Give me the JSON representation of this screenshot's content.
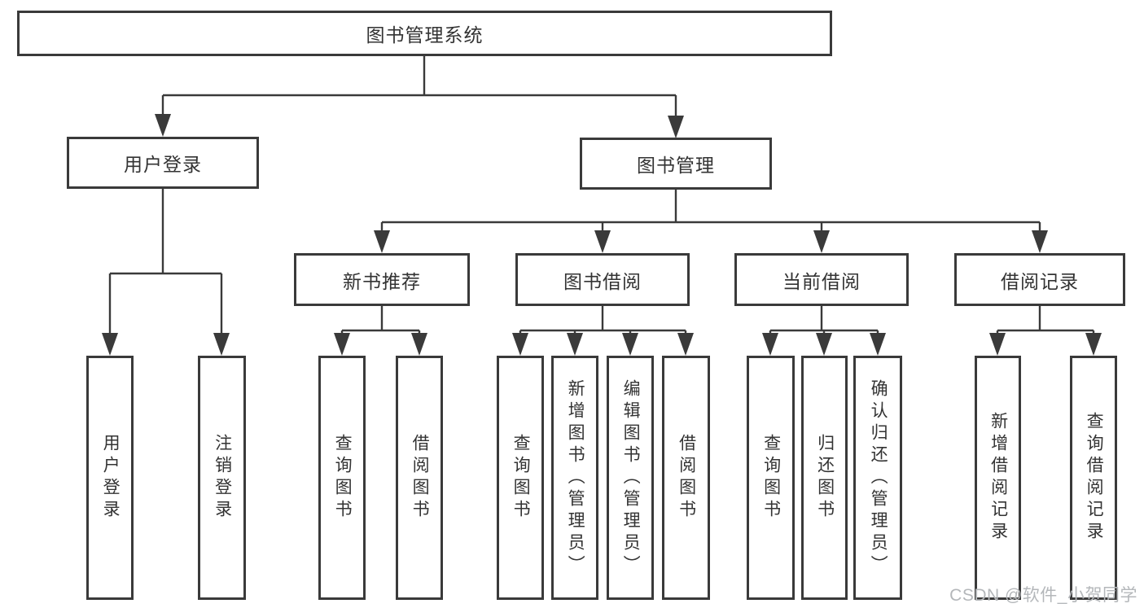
{
  "diagram": {
    "root": {
      "label": "图书管理系统"
    },
    "branches": [
      {
        "label": "用户登录",
        "children": [
          {
            "label": "用户登录"
          },
          {
            "label": "注销登录"
          }
        ]
      },
      {
        "label": "图书管理",
        "children": [
          {
            "label": "新书推荐",
            "children": [
              {
                "label": "查询图书"
              },
              {
                "label": "借阅图书"
              }
            ]
          },
          {
            "label": "图书借阅",
            "children": [
              {
                "label": "查询图书"
              },
              {
                "label": "新增图书（管理员）"
              },
              {
                "label": "编辑图书（管理员）"
              },
              {
                "label": "借阅图书"
              }
            ]
          },
          {
            "label": "当前借阅",
            "children": [
              {
                "label": "查询图书"
              },
              {
                "label": "归还图书"
              },
              {
                "label": "确认归还（管理员）"
              }
            ]
          },
          {
            "label": "借阅记录",
            "children": [
              {
                "label": "新增借阅记录"
              },
              {
                "label": "查询借阅记录"
              }
            ]
          }
        ]
      }
    ]
  },
  "watermark": {
    "text": "CSDN @软件_小贺同学"
  },
  "colors": {
    "line": "#3a3a3a",
    "text": "#333333",
    "background": "#ffffff",
    "watermark": "#b4b7ba"
  }
}
